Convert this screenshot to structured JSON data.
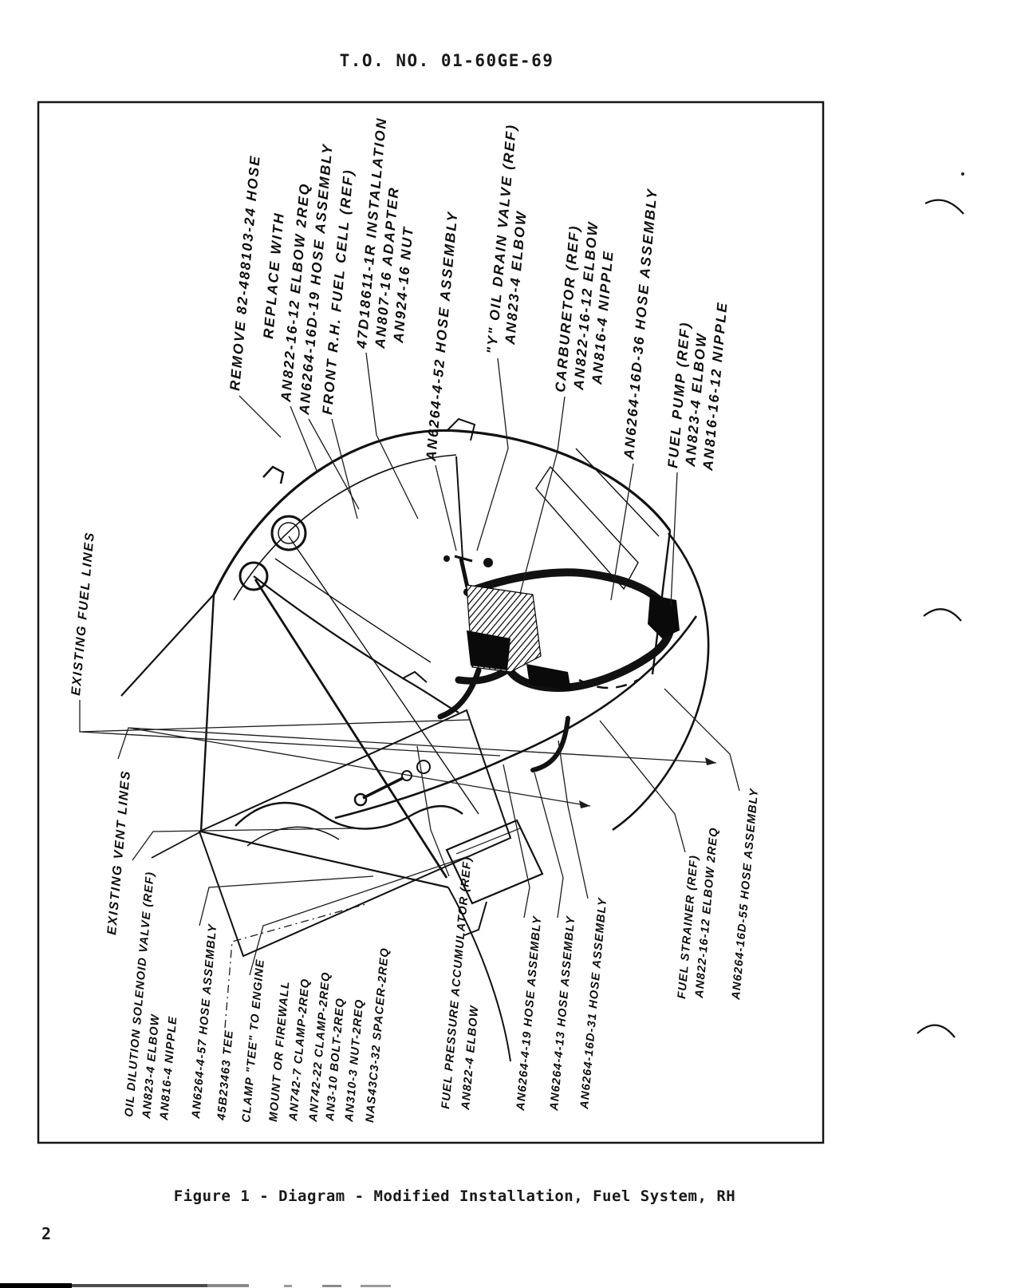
{
  "page": {
    "header": "T.O. NO. 01-60GE-69",
    "caption": "Figure 1 - Diagram - Modified Installation, Fuel System, RH",
    "page_number": "2",
    "ink_color": "#111111",
    "paper_color": "#ffffff"
  },
  "diagram": {
    "callouts": {
      "remove_hose": {
        "lines": [
          "REMOVE 82-488103-24 HOSE"
        ]
      },
      "replace_with": {
        "lines": [
          "REPLACE WITH",
          "AN822-16-12 ELBOW 2REQ",
          "AN6264-16D-19 HOSE ASSEMBLY"
        ]
      },
      "front_fuel_cell": {
        "lines": [
          "FRONT R.H. FUEL CELL (REF)"
        ]
      },
      "installation": {
        "lines": [
          "47D18611-1R INSTALLATION",
          "AN807-16 ADAPTER",
          "AN924-16 NUT"
        ]
      },
      "hose_4_52": {
        "lines": [
          "AN6264-4-52 HOSE ASSEMBLY"
        ]
      },
      "oil_drain_valve": {
        "lines": [
          "\"Y\" OIL DRAIN VALVE (REF)",
          "AN823-4 ELBOW"
        ]
      },
      "carburetor": {
        "lines": [
          "CARBURETOR (REF)",
          "AN822-16-12 ELBOW",
          "AN816-4 NIPPLE"
        ]
      },
      "hose_16d_36": {
        "lines": [
          "AN6264-16D-36 HOSE ASSEMBLY"
        ]
      },
      "fuel_pump": {
        "lines": [
          "FUEL PUMP (REF)",
          "AN823-4 ELBOW",
          "AN816-16-12 NIPPLE"
        ]
      },
      "existing_fuel_lines": {
        "lines": [
          "EXISTING FUEL LINES"
        ]
      },
      "existing_vent_lines": {
        "lines": [
          "EXISTING VENT LINES"
        ]
      },
      "oil_dilution": {
        "lines": [
          "OIL DILUTION SOLENOID VALVE (REF)",
          "AN823-4 ELBOW",
          "AN816-4 NIPPLE"
        ]
      },
      "hose_4_57": {
        "lines": [
          "AN6264-4-57 HOSE ASSEMBLY"
        ]
      },
      "tee": {
        "lines": [
          "45B23463 TEE"
        ]
      },
      "clamp_tee": {
        "lines": [
          "CLAMP \"TEE\" TO ENGINE",
          "MOUNT OR FIREWALL",
          "AN742-7 CLAMP-2REQ",
          "AN742-22 CLAMP-2REQ",
          "AN3-10 BOLT-2REQ",
          "AN310-3 NUT-2REQ",
          "NAS43C3-32 SPACER-2REQ"
        ]
      },
      "fuel_pressure_accumulator": {
        "lines": [
          "FUEL PRESSURE ACCUMULATOR (REF)",
          "AN822-4 ELBOW"
        ]
      },
      "hose_4_19": {
        "lines": [
          "AN6264-4-19 HOSE ASSEMBLY"
        ]
      },
      "hose_4_13": {
        "lines": [
          "AN6264-4-13 HOSE ASSEMBLY"
        ]
      },
      "hose_16d_31": {
        "lines": [
          "AN6264-16D-31 HOSE ASSEMBLY"
        ]
      },
      "fuel_strainer": {
        "lines": [
          "FUEL STRAINER (REF)",
          "AN822-16-12 ELBOW 2REQ"
        ]
      },
      "hose_16d_55": {
        "lines": [
          "AN6264-16D-55 HOSE ASSEMBLY"
        ]
      }
    }
  }
}
